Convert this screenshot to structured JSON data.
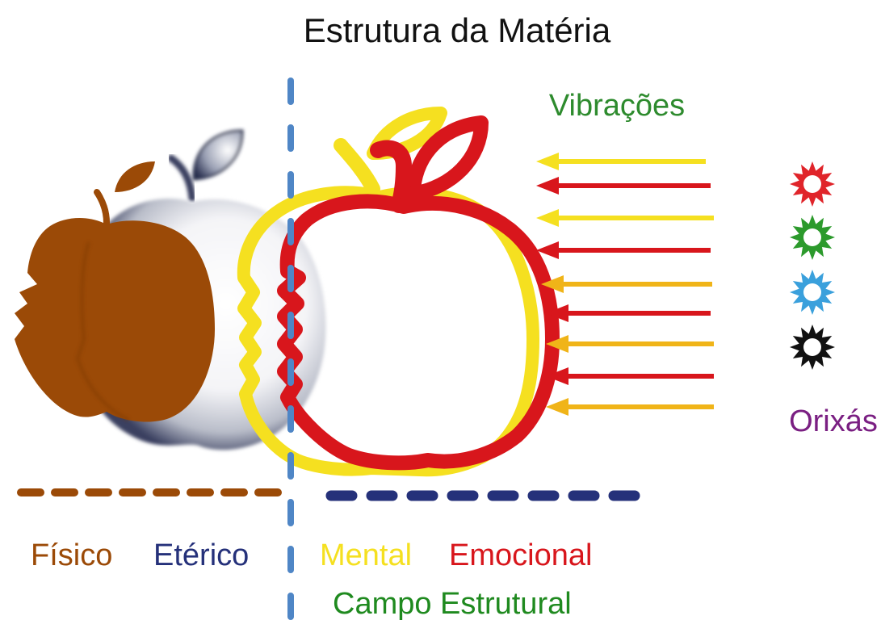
{
  "title": "Estrutura da Matéria",
  "vibrations_label": "Vibrações",
  "orixas_label": "Orixás",
  "layers": [
    {
      "label": "Físico",
      "color": "#9b4a07"
    },
    {
      "label": "Etérico",
      "color": "#25317a"
    },
    {
      "label": "Mental",
      "color": "#f5e020"
    },
    {
      "label": "Emocional",
      "color": "#d8161c"
    }
  ],
  "field_label": "Campo Estrutural",
  "colors": {
    "title": "#111111",
    "vibrations": "#2e8b2e",
    "orixas": "#7a1f82",
    "field": "#1f8a1f",
    "divider": "#4f86c6",
    "arrow_yellow": "#f5e020",
    "arrow_orange": "#f0b418",
    "arrow_red": "#d8161c",
    "star_red": "#e0242a",
    "star_green": "#2c9a2c",
    "star_blue": "#3aa0dc",
    "star_black": "#111111"
  },
  "arrows": [
    {
      "color": "yellow"
    },
    {
      "color": "red"
    },
    {
      "color": "yellow"
    },
    {
      "color": "red"
    },
    {
      "color": "orange"
    },
    {
      "color": "red"
    },
    {
      "color": "orange"
    },
    {
      "color": "red"
    },
    {
      "color": "orange"
    }
  ],
  "orixa_stars": [
    {
      "color": "red"
    },
    {
      "color": "green"
    },
    {
      "color": "blue"
    },
    {
      "color": "black"
    }
  ]
}
